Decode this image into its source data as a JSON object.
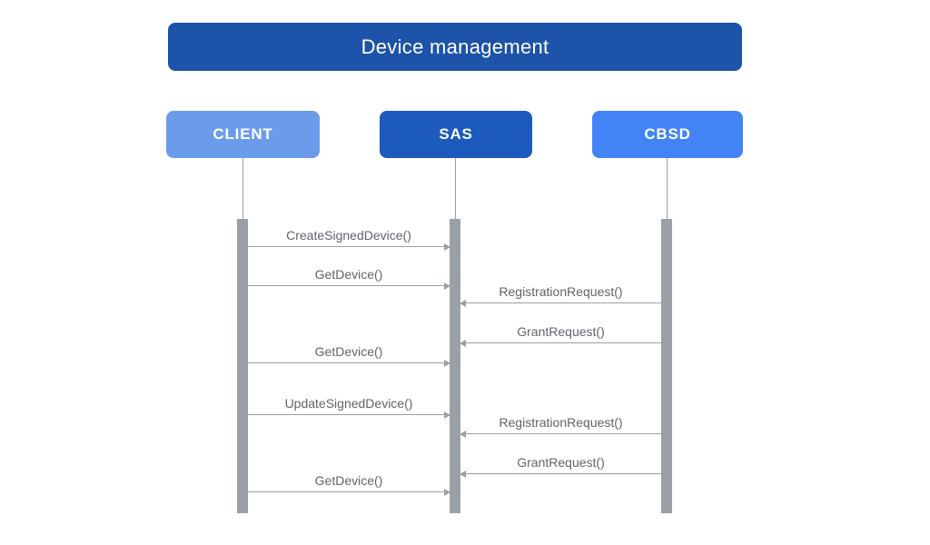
{
  "diagram": {
    "title": "Device management",
    "actors": [
      {
        "id": "client",
        "label": "CLIENT",
        "color": "#6B9CEC"
      },
      {
        "id": "sas",
        "label": "SAS",
        "color": "#1C5ABE"
      },
      {
        "id": "cbsd",
        "label": "CBSD",
        "color": "#4284F5"
      }
    ],
    "messages": [
      {
        "label": "CreateSignedDevice()",
        "from": "CLIENT",
        "to": "SAS"
      },
      {
        "label": "GetDevice()",
        "from": "CLIENT",
        "to": "SAS"
      },
      {
        "label": "RegistrationRequest()",
        "from": "CBSD",
        "to": "SAS"
      },
      {
        "label": "GrantRequest()",
        "from": "CBSD",
        "to": "SAS"
      },
      {
        "label": "GetDevice()",
        "from": "CLIENT",
        "to": "SAS"
      },
      {
        "label": "UpdateSignedDevice()",
        "from": "CLIENT",
        "to": "SAS"
      },
      {
        "label": "RegistrationRequest()",
        "from": "CBSD",
        "to": "SAS"
      },
      {
        "label": "GrantRequest()",
        "from": "CBSD",
        "to": "SAS"
      },
      {
        "label": "GetDevice()",
        "from": "CLIENT",
        "to": "SAS"
      }
    ],
    "colors": {
      "title_bg": "#1D53A8",
      "lifeline": "#9AA0A6",
      "activation_bar": "#9AA0A6",
      "arrow": "#9AA0A6",
      "message_text": "#5F6368",
      "background": "#FFFFFF"
    }
  }
}
